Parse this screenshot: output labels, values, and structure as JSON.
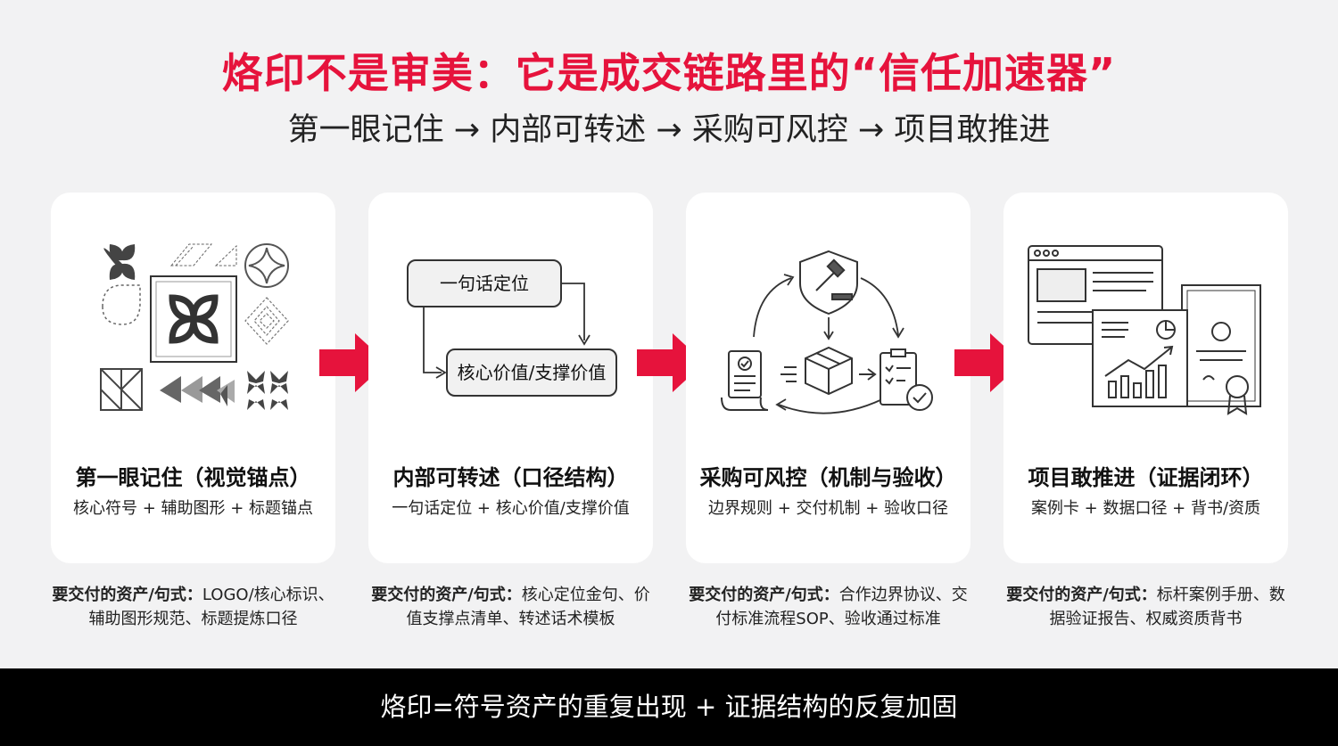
{
  "title": "烙印不是审美：它是成交链路里的“信任加速器”",
  "subtitle": "第一眼记住 → 内部可转述 → 采购可风控 → 项目敢推进",
  "cards": [
    {
      "title": "第一眼记住（视觉锚点）",
      "subtitle": "核心符号 + 辅助图形 + 标题锚点",
      "deliver_label": "要交付的资产/句式：",
      "deliver_text": "LOGO/核心标识、辅助图形规范、标题提炼口径"
    },
    {
      "title": "内部可转述（口径结构）",
      "subtitle": "一句话定位 + 核心价值/支撑价值",
      "deliver_label": "要交付的资产/句式：",
      "deliver_text": "核心定位金句、价值支撑点清单、转述话术模板",
      "box1": "一句话定位",
      "box2": "核心价值/支撑价值"
    },
    {
      "title": "采购可风控（机制与验收）",
      "subtitle": "边界规则 + 交付机制 + 验收口径",
      "deliver_label": "要交付的资产/句式：",
      "deliver_text": "合作边界协议、交付标准流程SOP、验收通过标准"
    },
    {
      "title": "项目敢推进（证据闭环）",
      "subtitle": "案例卡 + 数据口径 + 背书/资质",
      "deliver_label": "要交付的资产/句式：",
      "deliver_text": "标杆案例手册、数据验证报告、权威资质背书"
    }
  ],
  "footer": "烙印=符号资产的重复出现 + 证据结构的反复加固",
  "colors": {
    "accent": "#e6133c",
    "footer_bg": "#000000",
    "card_bg": "#ffffff",
    "page_bg": "#f2f2f3"
  }
}
